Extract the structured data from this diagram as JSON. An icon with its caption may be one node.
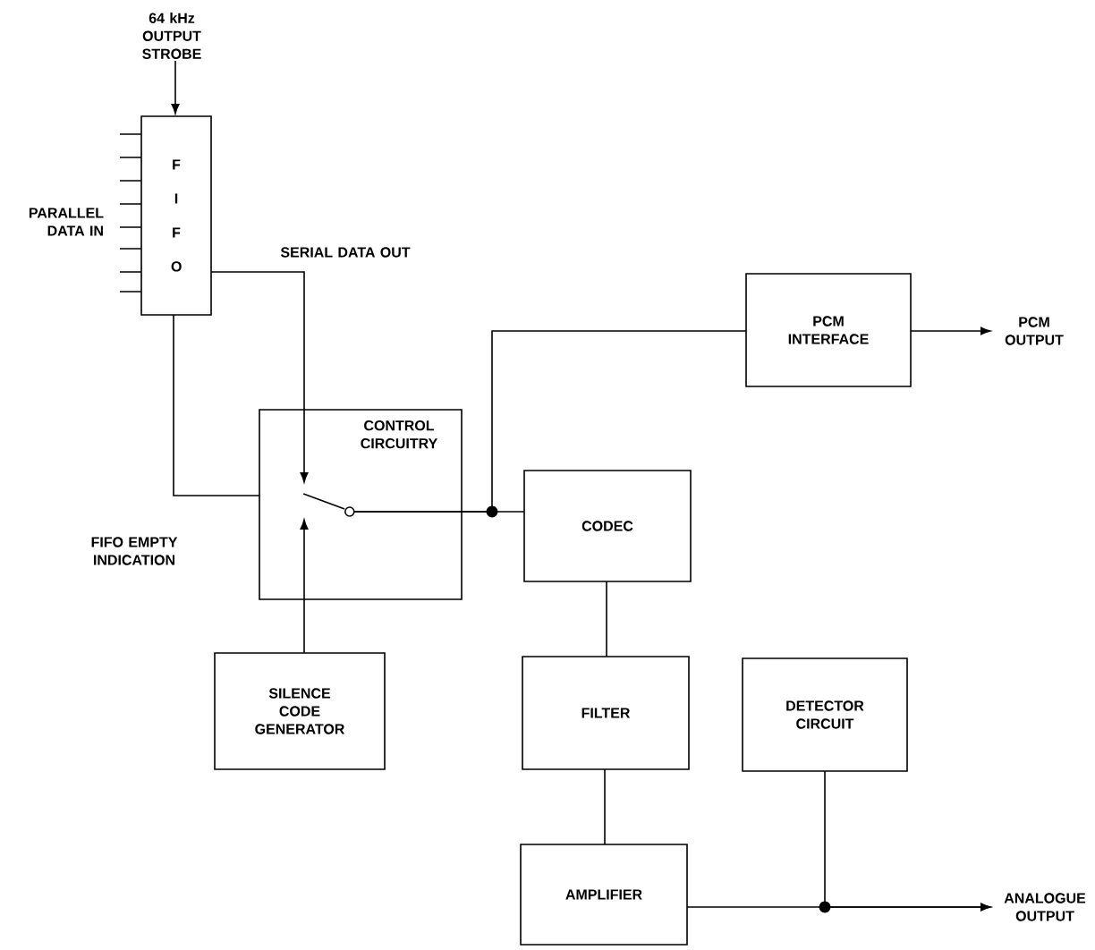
{
  "diagram": {
    "nodes": [
      {
        "text": [
          "64 kHz OUTPUT STROBE"
        ]
      },
      {
        "text": [
          "F I F O"
        ]
      },
      {
        "text": [
          "PCM INTERFACE"
        ]
      },
      {
        "text": [
          "PCM OUTPUT"
        ]
      },
      {
        "text": [
          "CONTROL CIRCUITRY"
        ]
      },
      {
        "text": [
          "CODEC"
        ]
      },
      {
        "text": [
          "SILENCE CODE GENERATOR"
        ]
      },
      {
        "text": [
          "FILTER"
        ]
      },
      {
        "text": [
          "DETECTOR CIRCUIT"
        ]
      },
      {
        "text": [
          "AMPLIFIER"
        ]
      },
      {
        "text": [
          "ANALOGUE OUTPUT"
        ]
      },
      {
        "text": [],
        "shape": "switch",
        "in": 4
      }
    ],
    "edges": [
      {
        "from": 0,
        "to": 1,
        "arrow": "to"
      },
      {
        "from": 1,
        "to": 11,
        "arrow": "to",
        "label": "SERIAL DATA OUT"
      },
      {
        "from": 1,
        "to": 4,
        "arrow": "none",
        "label": "FIFO EMPTY INDICATION"
      },
      {
        "from": 6,
        "to": 11,
        "arrow": "to"
      },
      {
        "from": 11,
        "to": 2,
        "arrow": "none"
      },
      {
        "from": 11,
        "to": 5,
        "arrow": "none"
      },
      {
        "from": 2,
        "to": 3,
        "arrow": "to"
      },
      {
        "from": 5,
        "to": 7,
        "arrow": "none"
      },
      {
        "from": 7,
        "to": 9,
        "arrow": "none"
      },
      {
        "from": 9,
        "to": 10,
        "arrow": "to"
      },
      {
        "from": 8,
        "to": 10,
        "arrow": "to"
      }
    ],
    "labels": [
      "PARALLEL DATA IN"
    ]
  }
}
